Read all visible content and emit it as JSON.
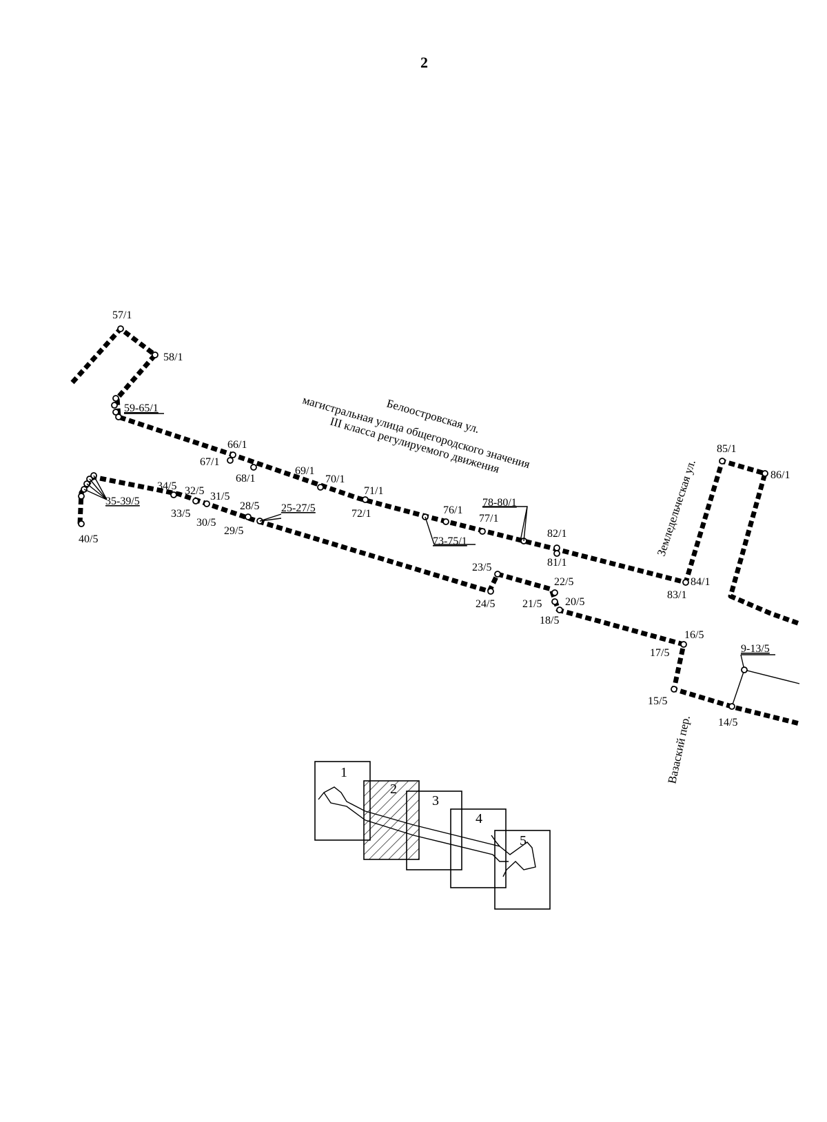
{
  "page_number": "2",
  "streets": {
    "beloostrovskaya": "Белоостровская ул.",
    "class_line1": "магистральная улица общегородского значения",
    "class_line2": "III класса регулируемого движения",
    "zemledelcheskaya": "Земледельческая ул.",
    "vazasky": "Вазаский пер."
  },
  "stops": {
    "s57": "57/1",
    "s58": "58/1",
    "s59_65": "59-65/1",
    "s66": "66/1",
    "s67": "67/1",
    "s68": "68/1",
    "s69": "69/1",
    "s70": "70/1",
    "s71": "71/1",
    "s72": "72/1",
    "s73_75": "73-75/1",
    "s76": "76/1",
    "s77": "77/1",
    "s78_80": "78-80/1",
    "s81": "81/1",
    "s82": "82/1",
    "s83": "83/1",
    "s84": "84/1",
    "s85": "85/1",
    "s86": "86/1",
    "s9_13": "9-13/5",
    "s14": "14/5",
    "s15": "15/5",
    "s16": "16/5",
    "s17": "17/5",
    "s18": "18/5",
    "s20": "20/5",
    "s21": "21/5",
    "s22": "22/5",
    "s23": "23/5",
    "s24": "24/5",
    "s25_27": "25-27/5",
    "s28": "28/5",
    "s29": "29/5",
    "s30": "30/5",
    "s31": "31/5",
    "s32": "32/5",
    "s33": "33/5",
    "s34": "34/5",
    "s35_39": "35-39/5",
    "s40": "40/5"
  },
  "key_map": {
    "sheets": [
      "1",
      "2",
      "3",
      "4",
      "5"
    ],
    "highlighted_sheet": "2"
  }
}
